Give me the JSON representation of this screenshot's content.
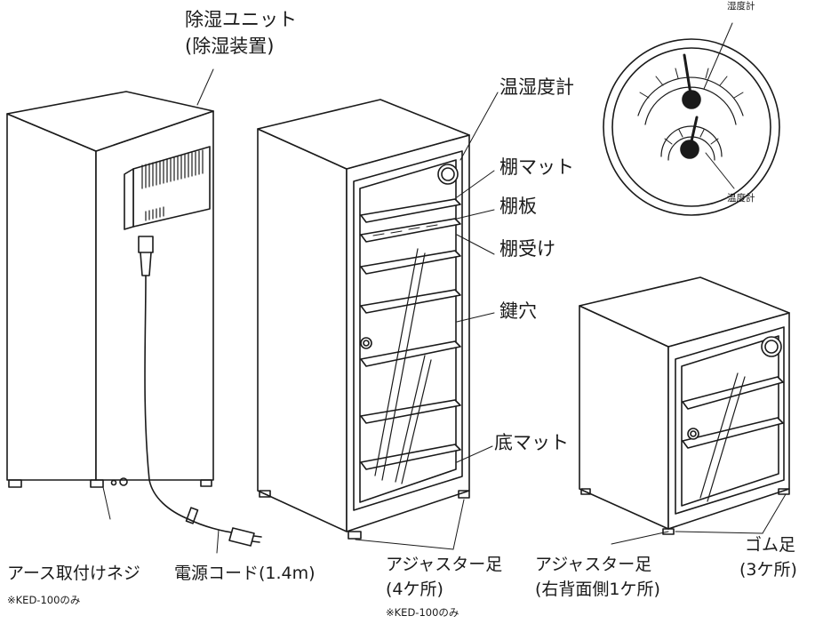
{
  "labels": {
    "dehumid_unit": "除湿ユニット",
    "dehumid_device": "(除湿装置)",
    "hygrometer": "温湿度計",
    "humidity_meter": "湿度計",
    "temperature_meter": "温度計",
    "shelf_mat": "棚マット",
    "shelf_board": "棚板",
    "shelf_bracket": "棚受け",
    "keyhole": "鍵穴",
    "bottom_mat": "底マット",
    "earth_screw": "アース取付けネジ",
    "earth_note": "※KED-100のみ",
    "power_cord": "電源コード(1.4m)",
    "adjuster_center": "アジャスター足",
    "adjuster_center_count": "(4ケ所)",
    "adjuster_center_note": "※KED-100のみ",
    "adjuster_right": "アジャスター足",
    "adjuster_right_count": "(右背面側1ケ所)",
    "rubber_foot": "ゴム足",
    "rubber_foot_count": "(3ケ所)"
  }
}
